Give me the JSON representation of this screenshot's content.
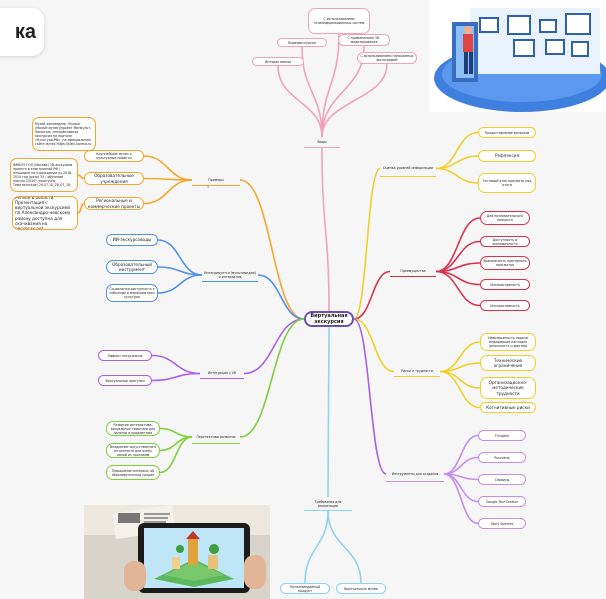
{
  "page": {
    "title_fragment": "ка"
  },
  "central_topic": "Виртуальная экскурсия",
  "colors": {
    "pink": "#f2a2b8",
    "yellow": "#f1cf2b",
    "orange": "#f6a52b",
    "blue": "#4e8ff0",
    "purple": "#a760e8",
    "crimson": "#d8324d",
    "green": "#7fcf3a",
    "violet": "#c48ef0",
    "skyblue": "#8fd3f0",
    "central_border": "#6a4fb3"
  },
  "branches": {
    "video": {
      "label": "Виды",
      "children": [
        "Видеоэкскурсия",
        "С использованием телеинформационных систем",
        "С применением 3D-моделирования",
        "Интерактивная",
        "С использованием панорамных фотографий"
      ]
    },
    "evaluation": {
      "label": "Оценка уровней информации",
      "children": [
        "Предоставление вопросов",
        "Рефлексия",
        "Тестовый этап просмотр под итоги"
      ]
    },
    "examples": {
      "label": "Примеры",
      "sub": "1",
      "children": [
        {
          "label": "Крупнейшие музеи и культурные проекты",
          "note": "Музей-заповедник «Кижи» (Малые музеи)/проект Минкульт, Эрмитаж; интерактивная экскурсия на портале «Культура.РФ», на официальном сайте музея https://kizhi.karelia.ru"
        },
        {
          "label": "Образовательные учреждения",
          "note": "ФМБОУ ГОЛ (Москва) 3D-экскурсия проекта в электронной РФ / площадке на учреждении ру 2018-2019 год (разр) 35 / обучение портал (2020) (поштучно Тематическое) 29.07.10_28_07_18"
        },
        {
          "label": "Региональные и коммерческие проекты",
          "note": "Регион в области. Презентация с виртуальной экскурсией по Александро-невскому району доступна для скачивания на ресурсах.net"
        }
      ]
    },
    "game": {
      "label": "Интегрируется (мультимедия) и интерактив",
      "children": [
        "ИИ-экскурсоводы",
        "Образовательный инструмент",
        "Социальная доступность к событиям и мероприятиям культуры"
      ]
    },
    "vr": {
      "label": "Интеграция с VR",
      "children": [
        "Эффект погружения",
        "Виртуальные прогулки"
      ]
    },
    "perspectives": {
      "label": "Перспективы развития",
      "children": [
        "Развитие интерактива: визуальные тематики для занятия в предметами",
        "Внедрение искусственного интеллекта для очень одной из программ",
        "Повышение интереса: об образовательных средах"
      ]
    },
    "advantages": {
      "label": "Преимущества",
      "children": [
        "Для познавательного процесса",
        "Доступность и экономичность",
        "Возможность повторного просмотра",
        "Интерактивность",
        "Интерактивность"
      ]
    },
    "risks": {
      "label": "Риски и трудности",
      "children": [
        "Невозможность подачи информации наглядно (реальность и фактов)",
        "Технические ограничения",
        "Организационно-методические трудности",
        "Когнитивные риски"
      ]
    },
    "tools": {
      "label": "Инструменты для создания",
      "children": [
        "Thinglink",
        "Roundme",
        "Сервисы",
        "Google Tour Creator",
        "Story Spheres"
      ]
    },
    "requirements": {
      "label": "Требования для реализации",
      "children": [
        "Мультимедийный продукт",
        "Виртуальные музеи"
      ]
    }
  }
}
